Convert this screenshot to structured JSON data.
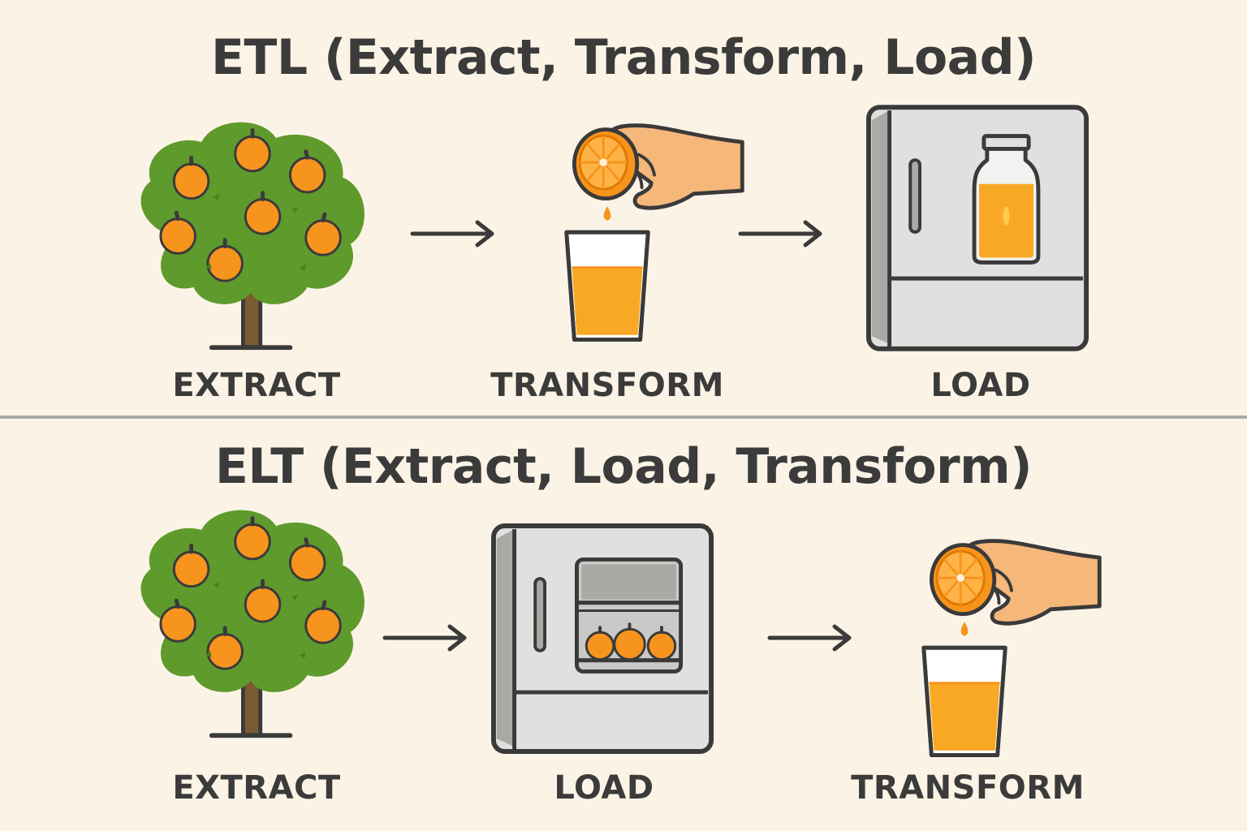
{
  "etl": {
    "title": "ETL (Extract, Transform, Load)",
    "steps": [
      {
        "label": "EXTRACT",
        "icon": "orange-tree-icon"
      },
      {
        "label": "TRANSFORM",
        "icon": "hand-squeezing-orange-into-glass-icon"
      },
      {
        "label": "LOAD",
        "icon": "fridge-with-juice-bottle-icon"
      }
    ]
  },
  "elt": {
    "title": "ELT (Extract, Load, Transform)",
    "steps": [
      {
        "label": "EXTRACT",
        "icon": "orange-tree-icon"
      },
      {
        "label": "LOAD",
        "icon": "fridge-with-oranges-icon"
      },
      {
        "label": "TRANSFORM",
        "icon": "hand-squeezing-orange-into-glass-icon"
      }
    ]
  },
  "colors": {
    "background": "#fbf4e6",
    "text": "#3b3b3b",
    "outline": "#3a3a3a",
    "tree_green": "#5f9a2c",
    "trunk_brown": "#7a5a32",
    "orange": "#f7941d",
    "juice": "#f9a825",
    "skin": "#f6b77a",
    "fridge_gray": "#e0e0de",
    "divider": "#a9a9a6"
  }
}
